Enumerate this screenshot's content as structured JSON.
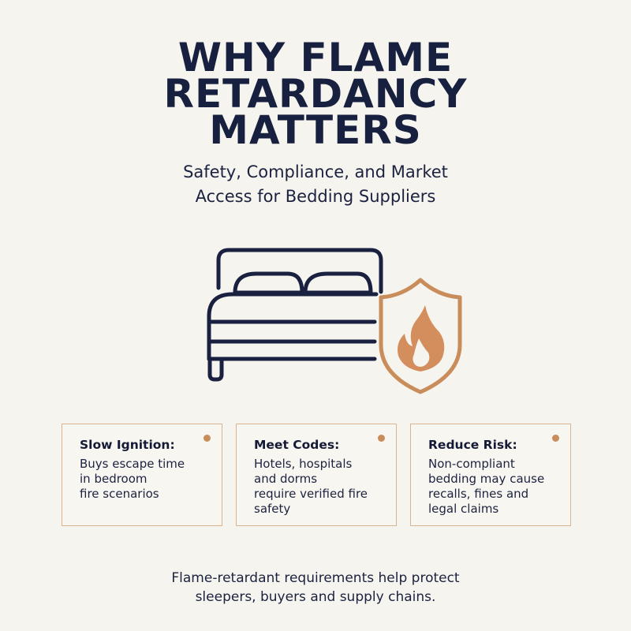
{
  "title": {
    "lines": [
      "WHY FLAME",
      "RETARDANCY",
      "MATTERS"
    ]
  },
  "subtitle": {
    "lines": [
      "Safety, Compliance, and Market",
      "Access for Bedding Suppliers"
    ]
  },
  "illustration": {
    "bed_icon": "bed-icon",
    "shield_icon": "flame-shield-icon",
    "colors": {
      "navy": "#1a2140",
      "accent": "#c98c5b"
    }
  },
  "cards": [
    {
      "title": "Slow Ignition:",
      "lines": [
        "Buys escape time",
        "in bedroom",
        "fire scenarios"
      ]
    },
    {
      "title": "Meet Codes:",
      "lines": [
        "Hotels, hospitals",
        "and dorms",
        "require verified fire",
        "safety"
      ]
    },
    {
      "title": "Reduce Risk:",
      "lines": [
        "Non-compliant",
        "bedding may cause",
        "recalls, fines and",
        "legal claims"
      ]
    }
  ],
  "footer": {
    "lines": [
      "Flame-retardant requirements help protect",
      "sleepers, buyers and supply chains."
    ]
  }
}
